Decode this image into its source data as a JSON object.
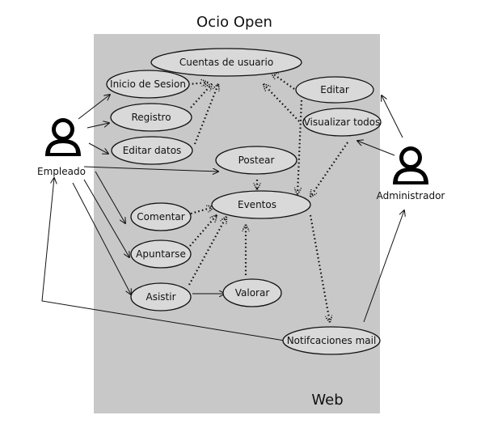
{
  "diagram": {
    "title": "Ocio Open",
    "system_label": "Web",
    "actors": {
      "empleado": "Empleado",
      "administrador": "Administrador"
    },
    "use_cases": {
      "cuentas": "Cuentas de usuario",
      "inicio": "Inicio de Sesion",
      "registro": "Registro",
      "editar_datos": "Editar datos",
      "editar": "Editar",
      "visualizar": "Visualizar todos",
      "postear": "Postear",
      "eventos": "Eventos",
      "comentar": "Comentar",
      "apuntarse": "Apuntarse",
      "asistir": "Asistir",
      "valorar": "Valorar",
      "notificaciones": "Notifcaciones mail"
    },
    "colors": {
      "system_background": "#c8c8c8",
      "use_case_fill": "#d9d9d9",
      "stroke": "#111111"
    }
  }
}
